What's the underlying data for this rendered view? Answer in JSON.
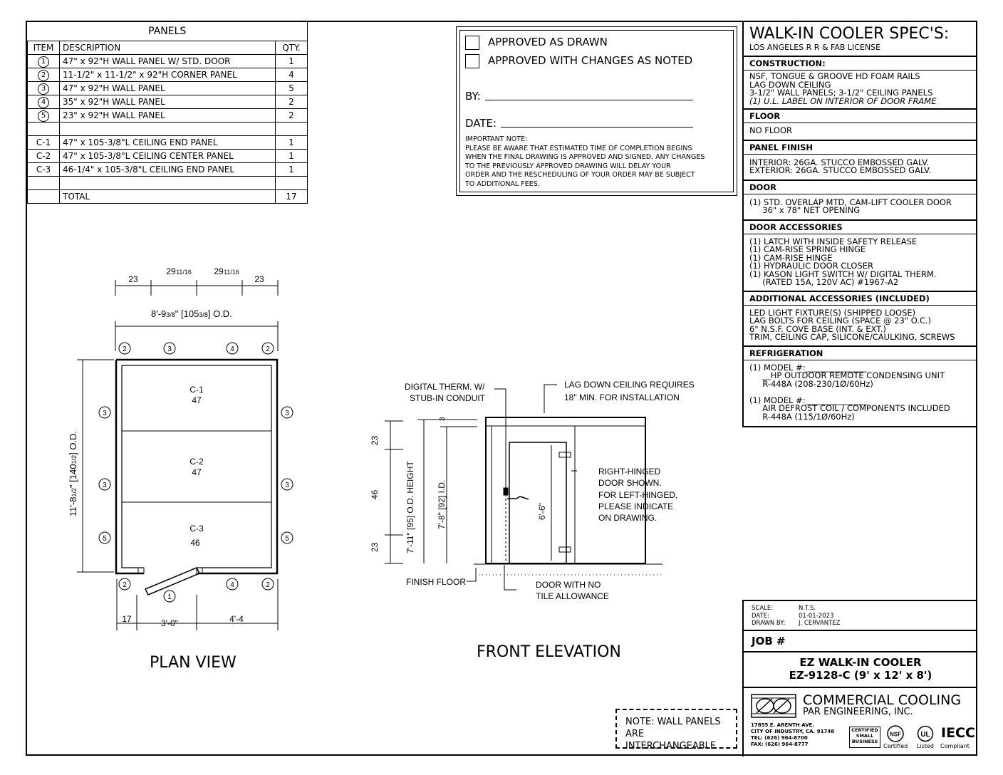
{
  "panels": {
    "title": "PANELS",
    "headers": [
      "ITEM",
      "DESCRIPTION",
      "QTY."
    ],
    "rows": [
      {
        "item": "1",
        "circled": true,
        "desc": "47\" x 92\"H WALL PANEL W/ STD. DOOR",
        "qty": "1"
      },
      {
        "item": "2",
        "circled": true,
        "desc": "11-1/2\" x 11-1/2\" x 92\"H CORNER PANEL",
        "qty": "4"
      },
      {
        "item": "3",
        "circled": true,
        "desc": "47\" x 92\"H WALL PANEL",
        "qty": "5"
      },
      {
        "item": "4",
        "circled": true,
        "desc": "35\" x 92\"H WALL PANEL",
        "qty": "2"
      },
      {
        "item": "5",
        "circled": true,
        "desc": "23\" x 92\"H WALL PANEL",
        "qty": "2"
      },
      {
        "item": "",
        "circled": false,
        "desc": "",
        "qty": ""
      },
      {
        "item": "C-1",
        "circled": false,
        "desc": "47\" x 105-3/8\"L CEILING END PANEL",
        "qty": "1"
      },
      {
        "item": "C-2",
        "circled": false,
        "desc": "47\" x 105-3/8\"L CEILING CENTER PANEL",
        "qty": "1"
      },
      {
        "item": "C-3",
        "circled": false,
        "desc": "46-1/4\" x 105-3/8\"L CEILING END PANEL",
        "qty": "1"
      },
      {
        "item": "",
        "circled": false,
        "desc": "",
        "qty": ""
      },
      {
        "item": "",
        "circled": false,
        "desc": "TOTAL",
        "qty": "17"
      }
    ]
  },
  "approval": {
    "opt1": "APPROVED AS DRAWN",
    "opt2": "APPROVED WITH CHANGES AS NOTED",
    "by": "BY:",
    "date": "DATE:",
    "note_title": "IMPORTANT NOTE:",
    "note_lines": [
      "PLEASE BE AWARE THAT ESTIMATED TIME OF COMPLETION BEGINS",
      "WHEN THE FINAL DRAWING IS APPROVED AND SIGNED. ANY CHANGES",
      "TO THE PREVIOUSLY APPROVED DRAWING WILL DELAY YOUR",
      "ORDER AND THE RESCHEDULING OF YOUR ORDER MAY BE SUBJECT",
      "TO ADDITIONAL FEES."
    ]
  },
  "spec": {
    "title": "WALK-IN COOLER SPEC'S:",
    "subtitle": "LOS ANGELES R R & FAB LICENSE",
    "construction_h": "CONSTRUCTION:",
    "construction": "NSF, TONGUE & GROOVE HD FOAM RAILS\nLAG DOWN CEILING\n3-1/2\" WALL PANELS; 3-1/2\" CEILING PANELS",
    "construction_italic": "(1) U.L. LABEL ON INTERIOR OF DOOR FRAME",
    "floor_h": "FLOOR",
    "floor": "NO FLOOR",
    "finish_h": "PANEL FINISH",
    "finish": "INTERIOR: 26GA. STUCCO EMBOSSED GALV.\nEXTERIOR: 26GA. STUCCO EMBOSSED GALV.",
    "door_h": "DOOR",
    "door": "(1) STD. OVERLAP MTD, CAM-LIFT COOLER DOOR\n     36\" x 78\" NET OPENING",
    "door_acc_h": "DOOR ACCESSORIES",
    "door_acc": "(1) LATCH WITH INSIDE SAFETY RELEASE\n(1) CAM-RISE SPRING HINGE\n(1) CAM-RISE HINGE\n(1) HYDRAULIC DOOR CLOSER\n(1) KASON LIGHT SWITCH W/ DIGITAL THERM.\n     (RATED 15A, 120V AC) #1967-A2",
    "add_acc_h": "ADDITIONAL ACCESSORIES (INCLUDED)",
    "add_acc": "LED LIGHT FIXTURE(S) (SHIPPED LOOSE)\nLAG BOLTS FOR CEILING (SPACE @ 23\" O.C.)\n6\" N.S.F. COVE BASE (INT. & EXT.)\nTRIM, CEILING CAP, SILICONE/CAULKING, SCREWS",
    "refrig_h": "REFRIGERATION",
    "refrig": "(1) MODEL #:_______________\n     __HP OUTDOOR REMOTE CONDENSING UNIT\n     R-448A (208-230/1Ø/60Hz)\n\n(1) MODEL #:_______________\n     AIR DEFROST COIL / COMPONENTS INCLUDED\n     R-448A (115/1Ø/60Hz)"
  },
  "meta": {
    "scale_l": "SCALE:",
    "scale_v": "N.T.S.",
    "date_l": "DATE:",
    "date_v": "01-01-2023",
    "drawn_l": "DRAWN BY:",
    "drawn_v": "J. CERVANTEZ"
  },
  "job": "JOB #",
  "model": {
    "line1": "EZ WALK-IN COOLER",
    "line2": "EZ-9128-C  (9' x 12' x 8')"
  },
  "company": {
    "name": "COMMERCIAL COOLING",
    "sub": "PAR ENGINEERING, INC.",
    "addr1": "17855 E. ARENTH AVE.",
    "addr2": "CITY OF INDUSTRY, CA. 91748",
    "tel": "TEL: (626) 964-8700",
    "fax": "FAX: (626) 964-8777",
    "badges": [
      "CERTIFIED SMALL BUSINESS",
      "NSF",
      "UL",
      "IECC"
    ],
    "badge_labels": [
      "Certified",
      "Listed",
      "Compliant"
    ]
  },
  "wall_note": {
    "line1": "NOTE: WALL PANELS",
    "line2": "ARE INTERCHANGEABLE"
  },
  "plan": {
    "title": "PLAN VIEW",
    "dim_top": [
      "23",
      "29",
      "29",
      "23"
    ],
    "frac": "11/16",
    "od_width": "8'-9",
    "od_width_frac": "3/8",
    "od_width_b": "\" [105",
    "od_width_b_frac": "3/8",
    "od_width_c": "] O.D.",
    "od_depth": "11'-8",
    "od_depth_frac": "1/2",
    "od_depth_b": "\" [140",
    "od_depth_c": "] O.D.",
    "ceiling": [
      {
        "id": "C-1",
        "w": "47"
      },
      {
        "id": "C-2",
        "w": "47"
      },
      {
        "id": "C-3",
        "w": "46"
      }
    ],
    "dim_bot": [
      "17",
      "3'-0\"",
      "4'-4"
    ]
  },
  "front": {
    "title": "FRONT ELEVATION",
    "call1a": "DIGITAL THERM. W/",
    "call1b": "STUB-IN CONDUIT",
    "call2a": "LAG DOWN CEILING REQUIRES",
    "call2b": "18\" MIN. FOR INSTALLATION",
    "call3": [
      "RIGHT-HINGED",
      "DOOR SHOWN.",
      "FOR LEFT-HINGED,",
      "PLEASE INDICATE",
      "ON DRAWING."
    ],
    "finish_floor": "FINISH FLOOR",
    "door_note_a": "DOOR WITH NO",
    "door_note_b": "TILE ALLOWANCE",
    "dims_left": [
      "23",
      "46",
      "23"
    ],
    "od_height": "7'-11",
    "od_height_b": "\" [95",
    "od_height_c": "] O.D. HEIGHT",
    "id_height": "7'-8\" [92] I.D.",
    "door_h": "6'-6\"",
    "gap": "3"
  }
}
